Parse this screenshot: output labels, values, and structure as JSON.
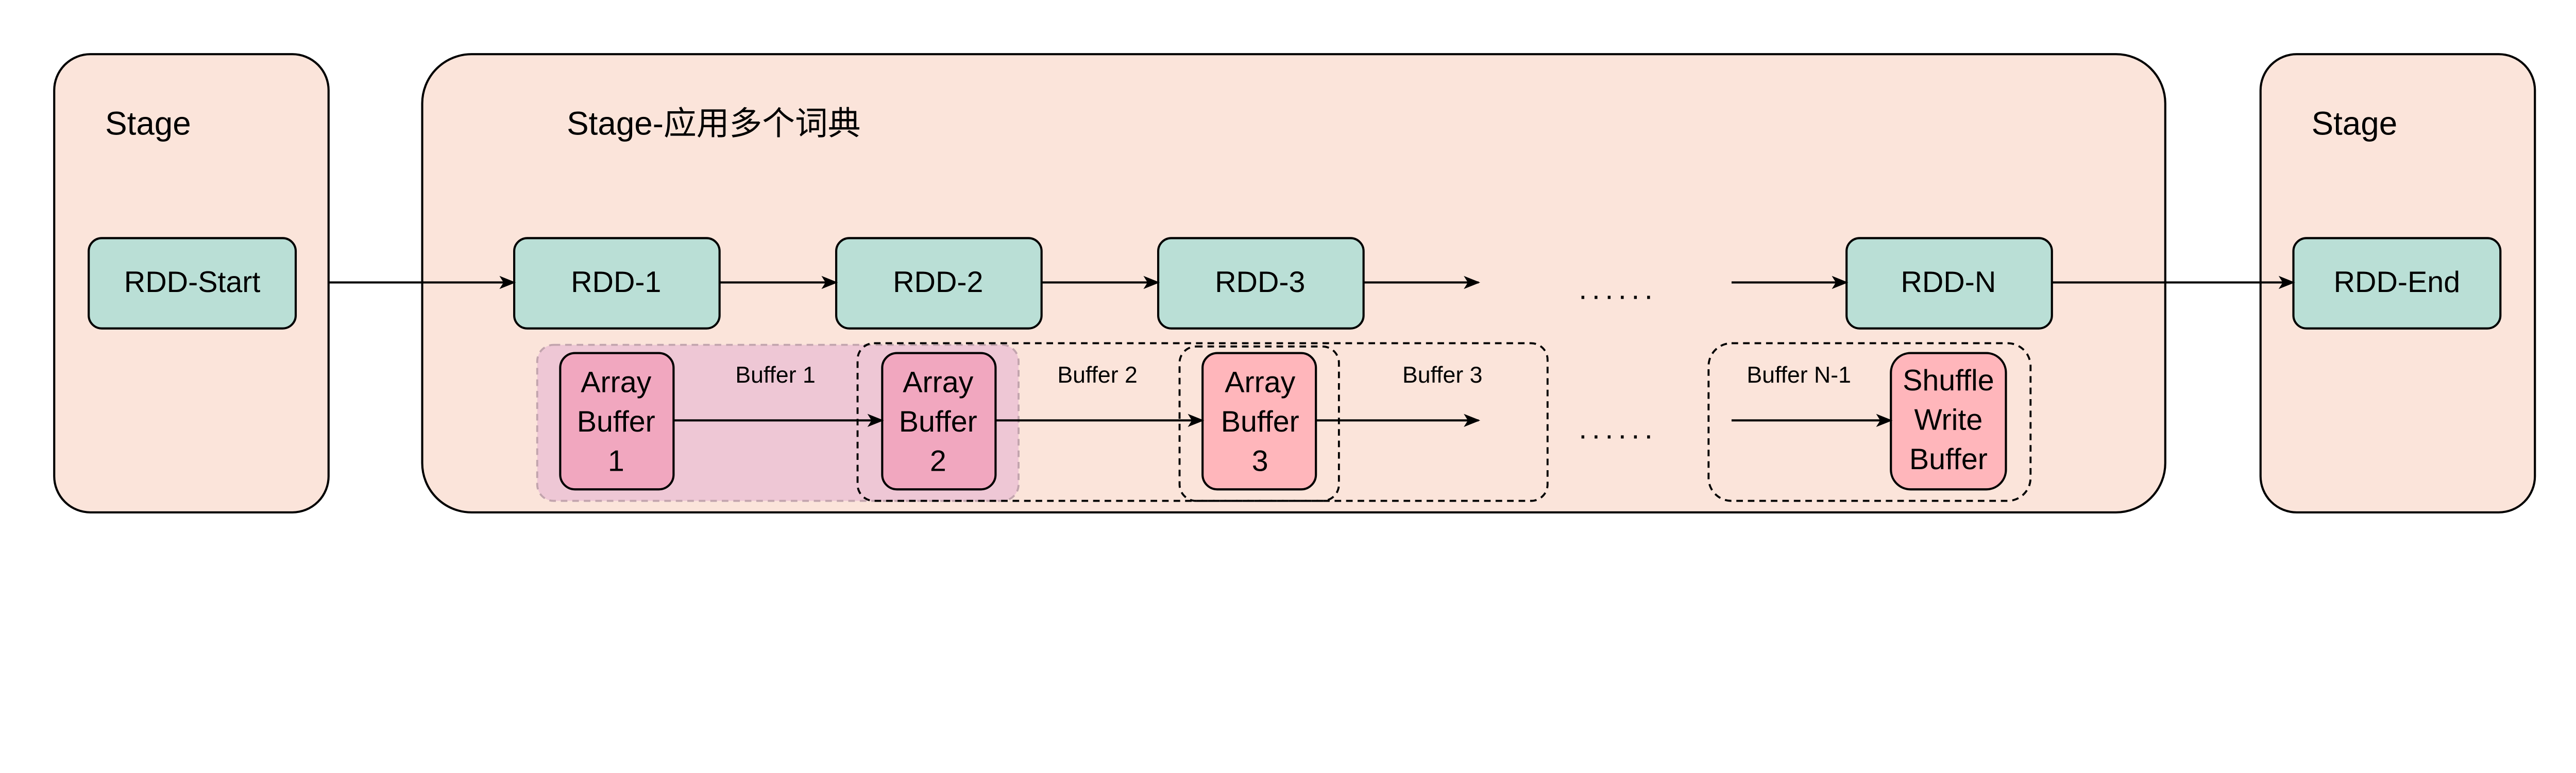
{
  "stages": {
    "left": {
      "label": "Stage"
    },
    "middle": {
      "label": "Stage-应用多个词典"
    },
    "right": {
      "label": "Stage"
    }
  },
  "rdds": {
    "start": "RDD-Start",
    "rdd1": "RDD-1",
    "rdd2": "RDD-2",
    "rdd3": "RDD-3",
    "rddN": "RDD-N",
    "end": "RDD-End"
  },
  "ellipsis": "......",
  "buffers": {
    "b1": "Buffer 1",
    "b2": "Buffer 2",
    "b3": "Buffer 3",
    "bN1": "Buffer N-1"
  },
  "array_buffers": [
    [
      "Array",
      "Buffer",
      "1"
    ],
    [
      "Array",
      "Buffer",
      "2"
    ],
    [
      "Array",
      "Buffer",
      "3"
    ]
  ],
  "shuffle_buffer": [
    "Shuffle",
    "Write",
    "Buffer"
  ],
  "colors": {
    "stage": "#fbe4da",
    "rdd": "#badfd6",
    "array_buffer": "#f1a7bf",
    "array_buffer_3": "#ffb6bb",
    "buffer_1_fill": "#eec7d5"
  }
}
